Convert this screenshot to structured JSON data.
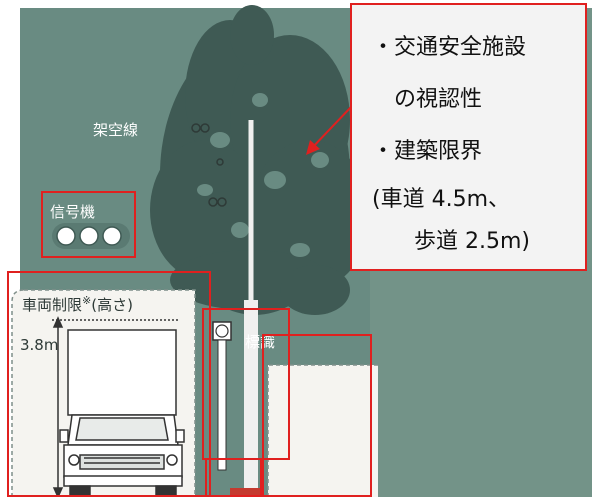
{
  "labels": {
    "overhead_wire": "架空線",
    "signal": "信号機",
    "vehicle_limit": "車両制限",
    "vehicle_limit_mark": "※",
    "vehicle_limit_paren": "(高さ)",
    "height_value": "3.8m",
    "sign": "標識"
  },
  "callout": {
    "bullet": "・",
    "item1_line1": "交通安全施設",
    "item1_line2": "の視認性",
    "item2_line1": "建築限界",
    "item2_line2": "(車道 4.5m、",
    "item2_line3": "歩道 2.5m)"
  },
  "colors": {
    "background_green": "#698b82",
    "tree_leaf": "#3f5a54",
    "highlight_red": "#e0201f",
    "callout_bg": "#f3f3f3"
  }
}
